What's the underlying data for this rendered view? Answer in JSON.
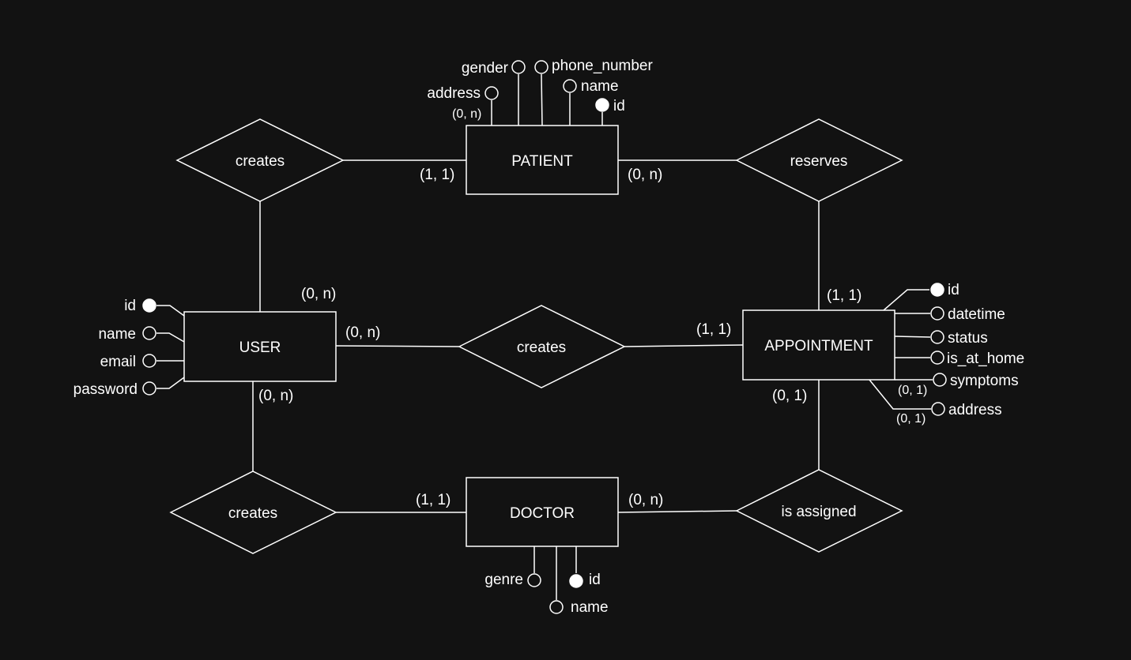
{
  "entities": {
    "patient": "PATIENT",
    "user": "USER",
    "appointment": "APPOINTMENT",
    "doctor": "DOCTOR"
  },
  "relationships": {
    "creates_patient": "creates",
    "reserves": "reserves",
    "creates_appointment": "creates",
    "creates_doctor": "creates",
    "is_assigned": "is assigned"
  },
  "attributes": {
    "patient": {
      "gender": "gender",
      "address": "address",
      "phone_number": "phone_number",
      "name": "name",
      "id": "id"
    },
    "user": {
      "id": "id",
      "name": "name",
      "email": "email",
      "password": "password"
    },
    "appointment": {
      "id": "id",
      "datetime": "datetime",
      "status": "status",
      "is_at_home": "is_at_home",
      "symptoms": "symptoms",
      "address": "address"
    },
    "doctor": {
      "genre": "genre",
      "id": "id",
      "name": "name"
    }
  },
  "cardinalities": {
    "patient_address": "(0, n)",
    "patient_creates": "(1, 1)",
    "patient_reserves": "(0, n)",
    "user_creates_patient": "(0, n)",
    "user_creates_appointment": "(0, n)",
    "user_creates_doctor": "(0, n)",
    "appointment_reserves": "(1, 1)",
    "appointment_creates": "(1, 1)",
    "appointment_is_assigned": "(0, 1)",
    "appointment_symptoms": "(0, 1)",
    "appointment_address": "(0, 1)",
    "doctor_creates": "(1, 1)",
    "doctor_is_assigned": "(0, n)"
  }
}
